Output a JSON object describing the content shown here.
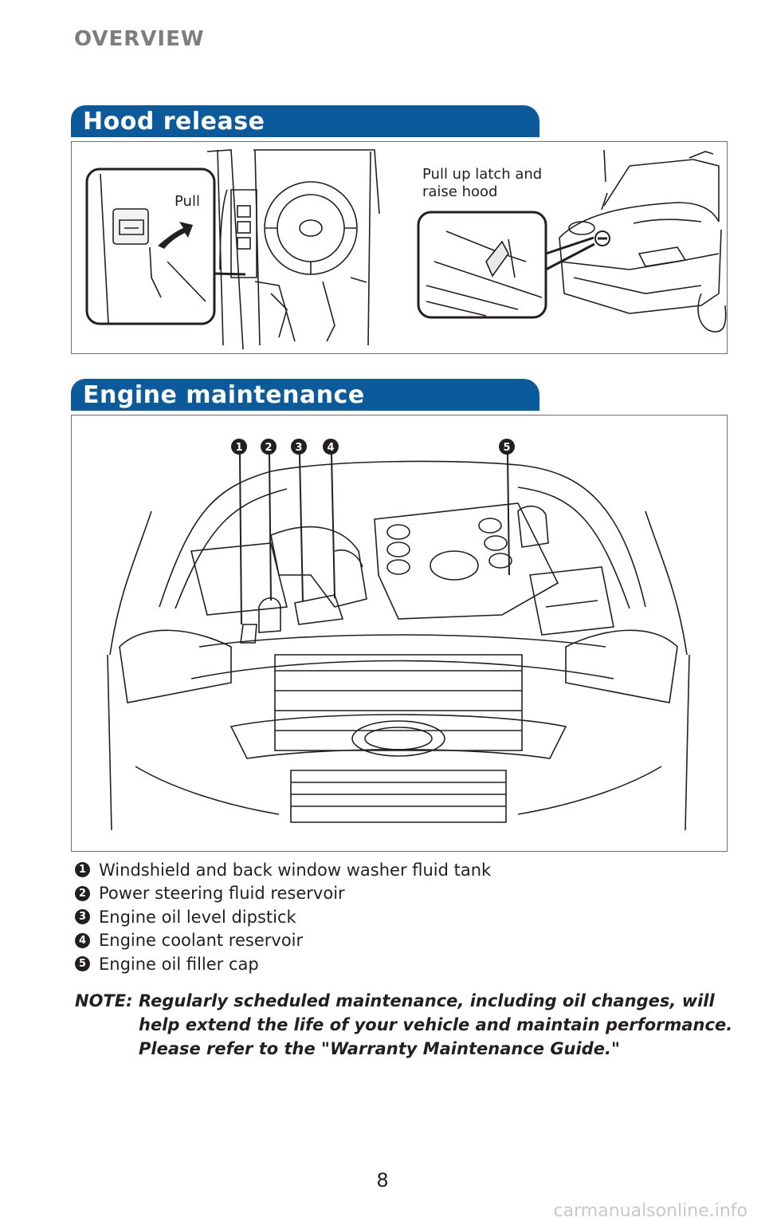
{
  "header": {
    "section_title": "OVERVIEW"
  },
  "hood_release": {
    "title": "Hood release",
    "pull_label": "Pull",
    "latch_label_line1": "Pull up latch and",
    "latch_label_line2": "raise hood"
  },
  "engine_maintenance": {
    "title": "Engine maintenance",
    "callouts": [
      "1",
      "2",
      "3",
      "4",
      "5"
    ],
    "legend": [
      {
        "num": "1",
        "text": "Windshield and back window washer fluid tank"
      },
      {
        "num": "2",
        "text": "Power steering fluid reservoir"
      },
      {
        "num": "3",
        "text": "Engine oil level dipstick"
      },
      {
        "num": "4",
        "text": "Engine coolant reservoir"
      },
      {
        "num": "5",
        "text": "Engine oil filler cap"
      }
    ]
  },
  "note": {
    "label": "NOTE:",
    "line1": "Regularly scheduled maintenance, including oil changes, will",
    "line2": "help extend the life of your vehicle and maintain performance.",
    "line3": "Please refer to the \"Warranty Maintenance Guide.\""
  },
  "footer": {
    "page_number": "8",
    "watermark": "carmanualsonline.info"
  },
  "colors": {
    "tab_blue": "#0a5a9c",
    "heading_gray": "#7d7d7d",
    "line": "#231f20"
  }
}
